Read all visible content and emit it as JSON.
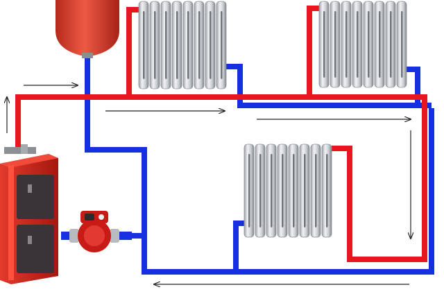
{
  "diagram": {
    "colors": {
      "supply_pipe": "#e8161e",
      "return_pipe": "#1530e0",
      "boiler_body": "#d1261d",
      "boiler_door": "#3a3438",
      "expansion_tank": "#dd3a2a",
      "pump_body": "#c91b16",
      "radiator": "#d9dde1",
      "flow_arrow": "#222222",
      "background": "#ffffff"
    },
    "components": {
      "boiler": "boiler-icon",
      "expansion_tank": "expansion-tank-icon",
      "circulation_pump": "pump-icon",
      "radiators": [
        "radiator-icon",
        "radiator-icon",
        "radiator-icon"
      ]
    },
    "flow_arrows": [
      "up",
      "right",
      "right",
      "right",
      "down",
      "left"
    ]
  }
}
